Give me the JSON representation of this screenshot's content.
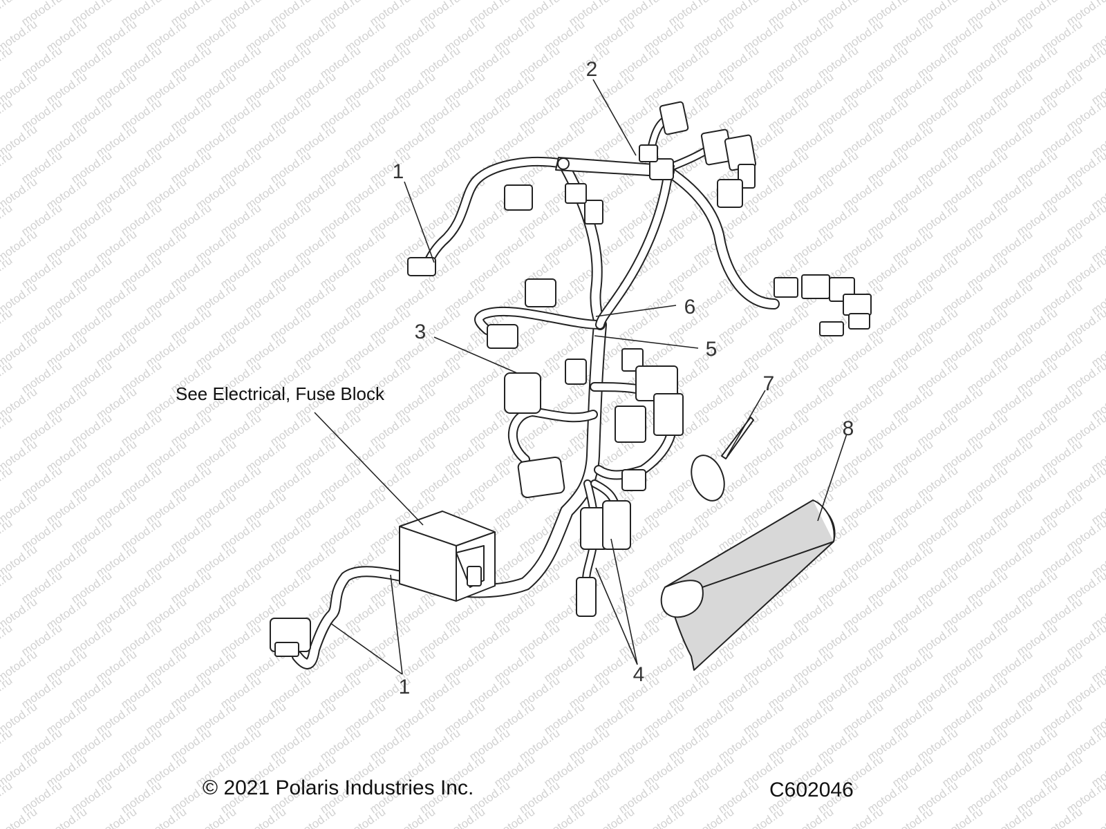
{
  "watermark": "motod.ru",
  "callouts": [
    {
      "id": "c1a",
      "label": "1"
    },
    {
      "id": "c2",
      "label": "2"
    },
    {
      "id": "c3",
      "label": "3"
    },
    {
      "id": "c6",
      "label": "6"
    },
    {
      "id": "c5",
      "label": "5"
    },
    {
      "id": "c7",
      "label": "7"
    },
    {
      "id": "c8",
      "label": "8"
    },
    {
      "id": "c4",
      "label": "4"
    },
    {
      "id": "c1b",
      "label": "1"
    }
  ],
  "note": "See Electrical, Fuse Block",
  "footer": {
    "copyright": "© 2021 Polaris Industries Inc.",
    "figure_code": "C602046"
  },
  "colors": {
    "line": "#222222",
    "watermark": "#d2d2d2",
    "cover_shade": "#d8d8d8"
  }
}
